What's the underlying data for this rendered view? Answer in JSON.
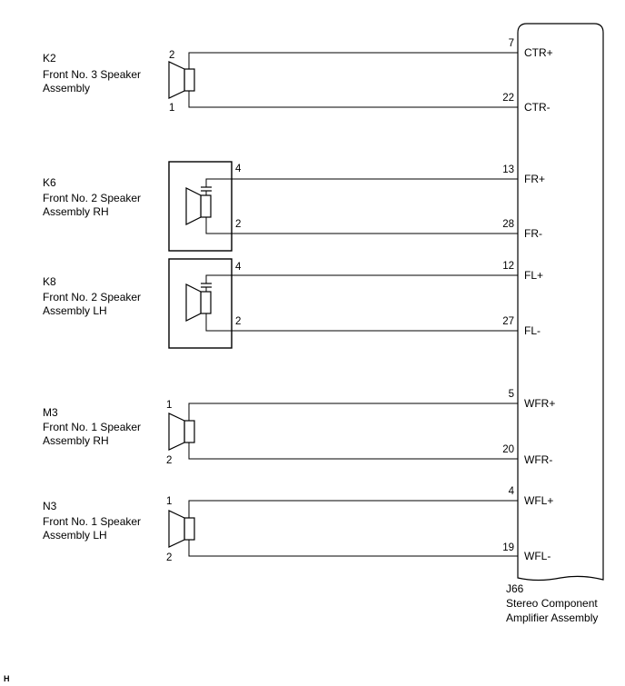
{
  "speakers": [
    {
      "code": "K2",
      "name_line1": "Front No. 3 Speaker",
      "name_line2": "Assembly",
      "pin_top": "2",
      "pin_bottom": "1",
      "has_box": false
    },
    {
      "code": "K6",
      "name_line1": "Front No. 2 Speaker",
      "name_line2": "Assembly RH",
      "pin_top": "4",
      "pin_bottom": "2",
      "has_box": true
    },
    {
      "code": "K8",
      "name_line1": "Front No. 2 Speaker",
      "name_line2": "Assembly LH",
      "pin_top": "4",
      "pin_bottom": "2",
      "has_box": true
    },
    {
      "code": "M3",
      "name_line1": "Front No. 1 Speaker",
      "name_line2": "Assembly RH",
      "pin_top": "1",
      "pin_bottom": "2",
      "has_box": false
    },
    {
      "code": "N3",
      "name_line1": "Front No. 1 Speaker",
      "name_line2": "Assembly LH",
      "pin_top": "1",
      "pin_bottom": "2",
      "has_box": false
    }
  ],
  "amp_terminals": [
    {
      "pin": "7",
      "signal": "CTR+"
    },
    {
      "pin": "22",
      "signal": "CTR-"
    },
    {
      "pin": "13",
      "signal": "FR+"
    },
    {
      "pin": "28",
      "signal": "FR-"
    },
    {
      "pin": "12",
      "signal": "FL+"
    },
    {
      "pin": "27",
      "signal": "FL-"
    },
    {
      "pin": "5",
      "signal": "WFR+"
    },
    {
      "pin": "20",
      "signal": "WFR-"
    },
    {
      "pin": "4",
      "signal": "WFL+"
    },
    {
      "pin": "19",
      "signal": "WFL-"
    }
  ],
  "amplifier": {
    "code": "J66",
    "name_line1": "Stereo Component",
    "name_line2": "Amplifier Assembly"
  },
  "corner_mark": "H"
}
